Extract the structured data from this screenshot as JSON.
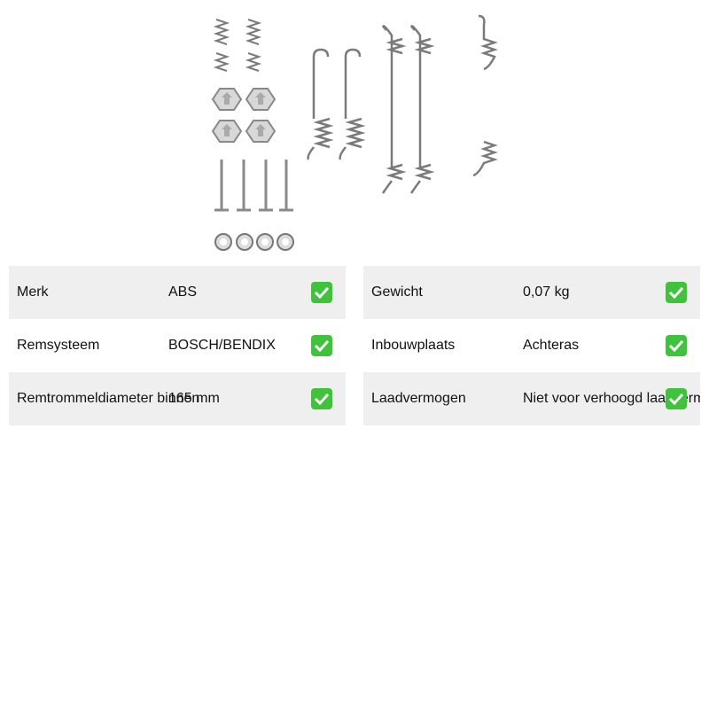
{
  "product_image": {
    "icon": "brake-hardware-kit-image"
  },
  "specs_left": [
    {
      "label": "Merk",
      "value": "ABS",
      "icon": "check-mark-icon"
    },
    {
      "label": "Remsysteem",
      "value": "BOSCH/BENDIX",
      "icon": "check-mark-icon"
    },
    {
      "label": "Remtrommeldiameter binnen",
      "value": "165 mm",
      "icon": "check-mark-icon"
    }
  ],
  "specs_right": [
    {
      "label": "Gewicht",
      "value": "0,07 kg",
      "icon": "check-mark-icon"
    },
    {
      "label": "Inbouwplaats",
      "value": "Achteras",
      "icon": "check-mark-icon"
    },
    {
      "label": "Laadvermogen",
      "value": "Niet voor verhoogd laadvermogen",
      "icon": "check-mark-icon"
    }
  ],
  "colors": {
    "row_shade": "#efefef",
    "check_green": "#3ec33b"
  }
}
